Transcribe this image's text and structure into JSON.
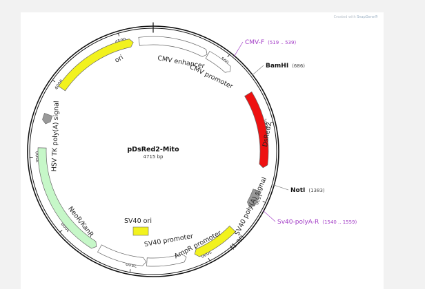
{
  "credit": {
    "prefix": "Created with ",
    "brand": "SnapGene®"
  },
  "plasmid": {
    "name": "pDsRed2-Mito",
    "size_label": "4715 bp",
    "length": 4715
  },
  "ticks": [
    {
      "pos": 500,
      "label": "500"
    },
    {
      "pos": 1000,
      "label": "1000"
    },
    {
      "pos": 1500,
      "label": "1500"
    },
    {
      "pos": 2000,
      "label": "2000"
    },
    {
      "pos": 2500,
      "label": "2500"
    },
    {
      "pos": 3000,
      "label": "3000"
    },
    {
      "pos": 3500,
      "label": "3500"
    },
    {
      "pos": 4000,
      "label": "4000"
    },
    {
      "pos": 4500,
      "label": "4500"
    }
  ],
  "features": [
    {
      "id": "cmv-enhancer",
      "label": "CMV enhancer",
      "start": 4620,
      "end": 5095,
      "dir": 1,
      "color": "#ffffff"
    },
    {
      "id": "cmv-promoter",
      "label": "CMV promoter",
      "start": 5100,
      "end": 5290,
      "dir": 1,
      "color": "#ffffff"
    },
    {
      "id": "dsred2",
      "label": "DsRed2",
      "start": 770,
      "end": 1290,
      "dir": 1,
      "color": "#ee1111"
    },
    {
      "id": "sv40-polya",
      "label": "SV40 poly(A) signal",
      "start": 1450,
      "end": 1572,
      "dir": 1,
      "color": "#999999"
    },
    {
      "id": "f1-ori",
      "label": "f1 ori",
      "start": 1760,
      "end": 2070,
      "dir": 1,
      "color": "#f2f21e"
    },
    {
      "id": "ampr-promoter",
      "label": "AmpR promoter",
      "start": 2130,
      "end": 2400,
      "dir": -1,
      "color": "#ffffff"
    },
    {
      "id": "sv40-promoter",
      "label": "SV40 promoter",
      "start": 2405,
      "end": 2735,
      "dir": -1,
      "color": "#ffffff"
    },
    {
      "id": "neor-kanr",
      "label": "NeoR/KanR",
      "start": 2760,
      "end": 3560,
      "dir": -1,
      "color": "#c6f7c8"
    },
    {
      "id": "hsv-tk-polya",
      "label": "HSV TK poly(A) signal",
      "start": 3725,
      "end": 3790,
      "dir": -1,
      "color": "#999999"
    },
    {
      "id": "ori",
      "label": "ori",
      "start": 3990,
      "end": 4580,
      "dir": 1,
      "color": "#f2f21e"
    }
  ],
  "sv40_ori_label": "SV40 ori",
  "sites": [
    {
      "id": "bamhi",
      "name": "BamHI",
      "coord": "(686)",
      "pos": 686
    },
    {
      "id": "noti",
      "name": "NotI",
      "coord": "(1383)",
      "pos": 1383
    }
  ],
  "primers": [
    {
      "id": "cmv-f",
      "name": "CMV-F",
      "coord": "(519 .. 539)",
      "pos": 529
    },
    {
      "id": "sv40-polya-r",
      "name": "Sv40-polyA-R",
      "coord": "(1540 .. 1559)",
      "pos": 1550
    }
  ]
}
